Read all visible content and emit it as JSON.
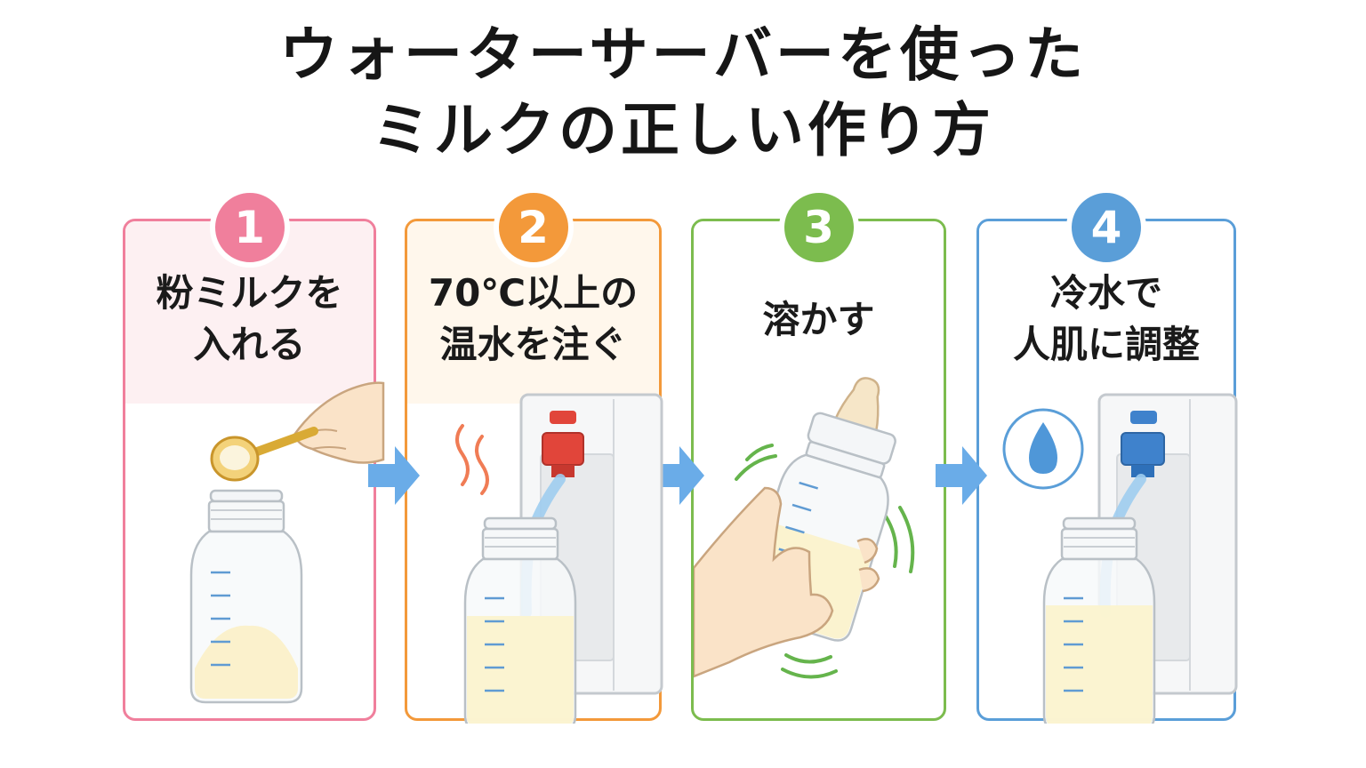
{
  "title": {
    "line1": "ウォーターサーバーを使った",
    "line2": "ミルクの正しい作り方"
  },
  "steps": [
    {
      "number": "1",
      "line1": "粉ミルクを",
      "line2": "入れる",
      "color": "#f07f9c",
      "bg": "#fdf0f2"
    },
    {
      "number": "2",
      "line1": "70℃以上の",
      "line2": "温水を注ぐ",
      "color": "#f3993a",
      "bg": "#fff7ec"
    },
    {
      "number": "3",
      "line1": "溶かす",
      "line2": "",
      "color": "#7cbc4e",
      "bg": "#ffffff"
    },
    {
      "number": "4",
      "line1": "冷水で",
      "line2": "人肌に調整",
      "color": "#5a9ed8",
      "bg": "#ffffff"
    }
  ],
  "arrow_color": "#6aace8",
  "icons": {
    "step1": [
      "hand-icon",
      "measuring-spoon-icon",
      "baby-bottle-jar-icon",
      "milk-powder-icon"
    ],
    "step2": [
      "steam-icon",
      "water-server-icon",
      "hot-water-tap-icon",
      "baby-bottle-jar-icon"
    ],
    "step3": [
      "baby-bottle-icon",
      "hand-icon",
      "shake-lines-icon"
    ],
    "step4": [
      "water-drop-icon",
      "water-server-icon",
      "cold-water-tap-icon",
      "baby-bottle-jar-icon"
    ]
  }
}
